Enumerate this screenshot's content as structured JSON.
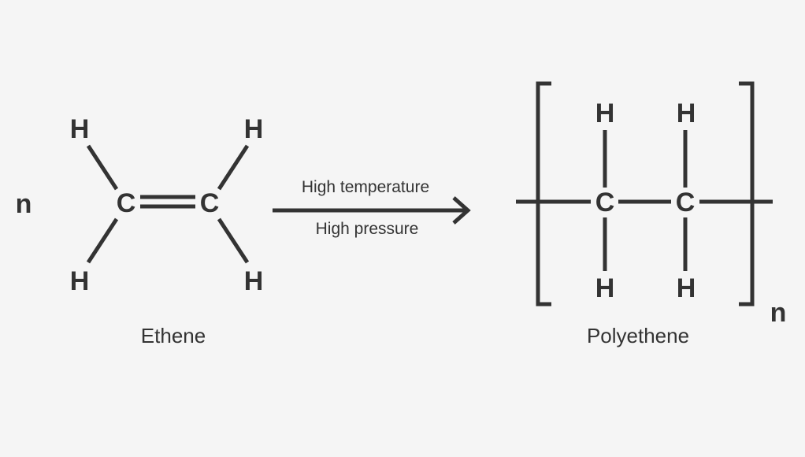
{
  "colors": {
    "background": "#f5f5f5",
    "ink": "#333333"
  },
  "reactant": {
    "coefficient": "n",
    "name": "Ethene",
    "atoms": {
      "h_top_left": "H",
      "h_top_right": "H",
      "h_bottom_left": "H",
      "h_bottom_right": "H",
      "c_left": "C",
      "c_right": "C"
    }
  },
  "arrow": {
    "condition_top": "High temperature",
    "condition_bottom": "High pressure"
  },
  "product": {
    "subscript": "n",
    "name": "Polyethene",
    "atoms": {
      "h_top_left": "H",
      "h_top_right": "H",
      "h_bottom_left": "H",
      "h_bottom_right": "H",
      "c_left": "C",
      "c_right": "C"
    }
  }
}
